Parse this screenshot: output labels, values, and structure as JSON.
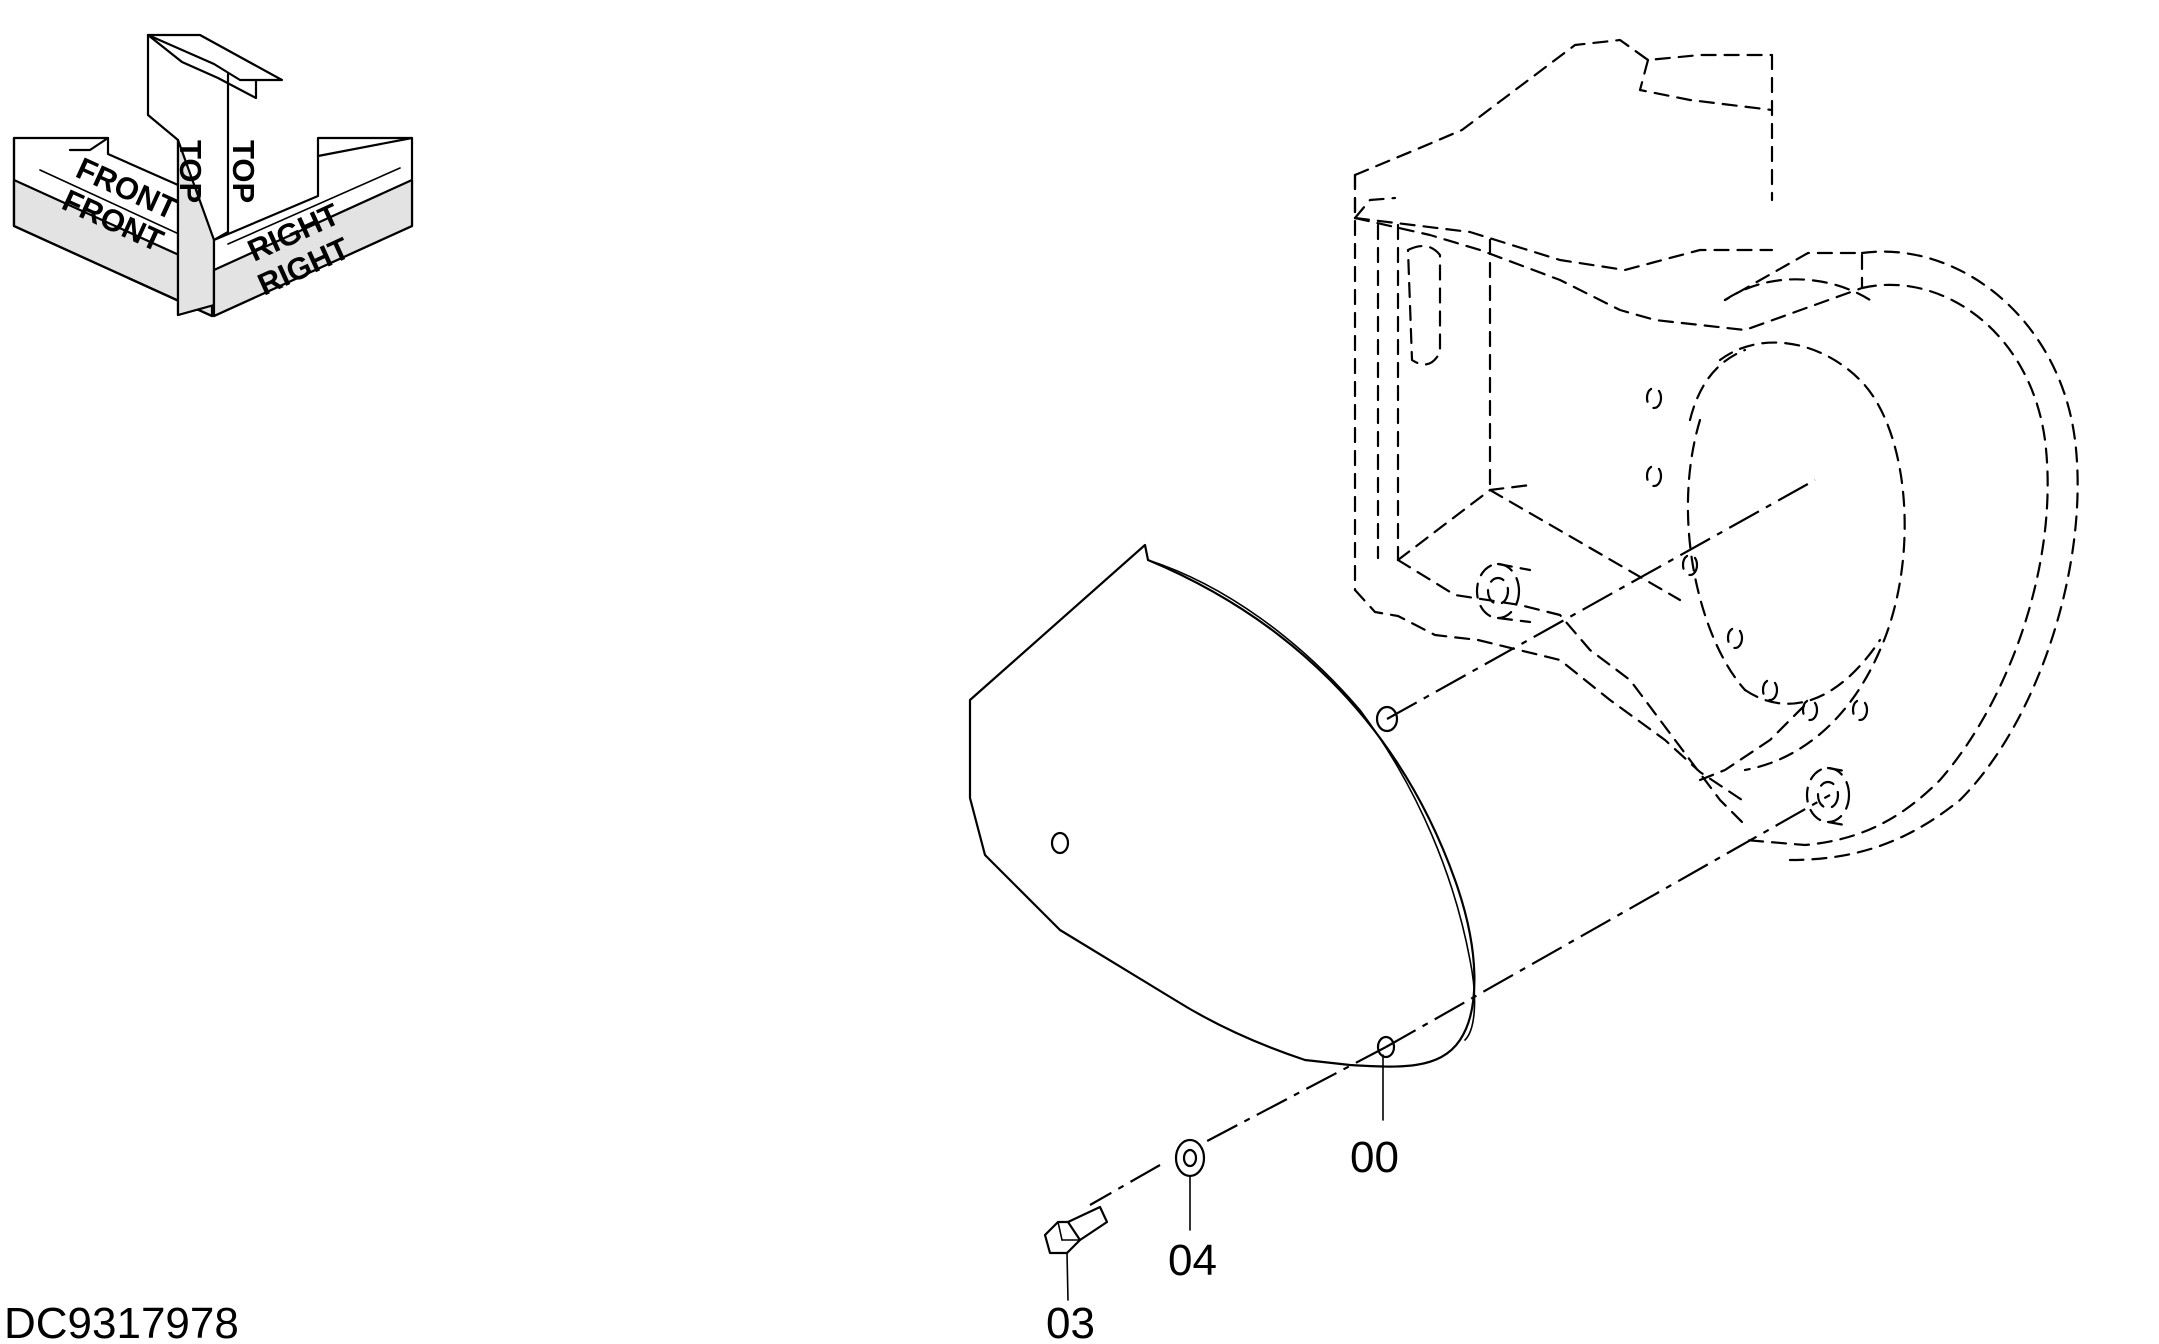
{
  "drawing": {
    "id": "DC9317978",
    "orientation": {
      "front": "FRONT",
      "top": "TOP",
      "right": "RIGHT"
    },
    "callouts": [
      {
        "name": "part-label-00",
        "text": "00"
      },
      {
        "name": "part-label-04",
        "text": "04"
      },
      {
        "name": "part-label-03",
        "text": "03"
      }
    ]
  }
}
